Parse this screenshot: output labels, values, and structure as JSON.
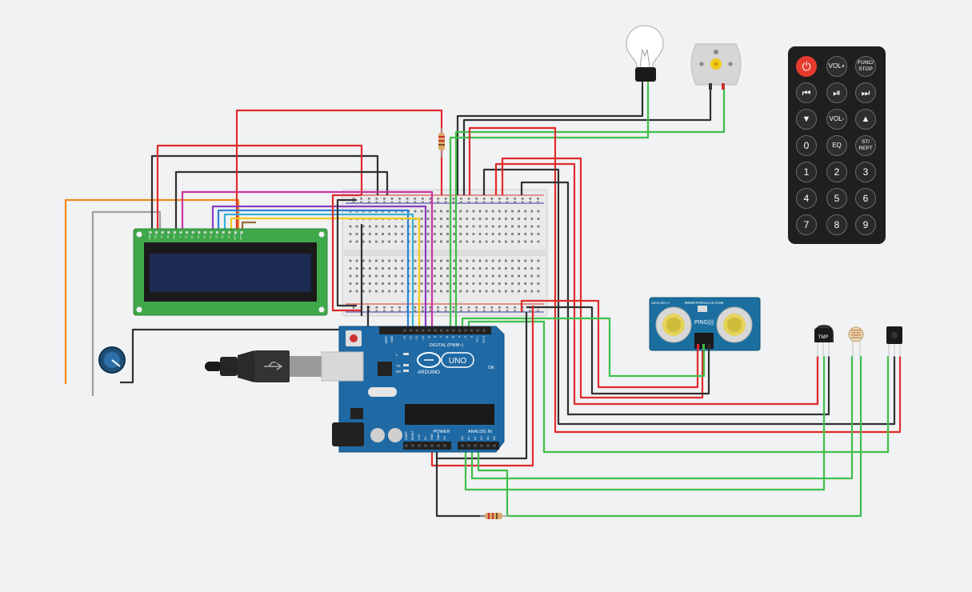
{
  "lcd": {
    "pin_labels": [
      "GND",
      "VCC",
      "V0",
      "RS",
      "RW",
      "E",
      "D0",
      "D1",
      "D2",
      "D3",
      "D4",
      "D5",
      "D6",
      "D7",
      "LED A",
      "LED K"
    ]
  },
  "arduino": {
    "brand": "ARDUINO",
    "model": "UNO",
    "digital_label": "DIGITAL (PWM~)",
    "power_label": "POWER",
    "analog_label": "ANALOG IN",
    "on_label": "ON",
    "tx_label": "TX",
    "rx_label": "RX",
    "l_label": "L",
    "aref_label": "AREF",
    "gnd_label": "GND",
    "digital_pins": [
      "13",
      "12",
      "~11",
      "~10",
      "~9",
      "8",
      "7",
      "~6",
      "~5",
      "4",
      "~3",
      "2",
      "TX 1",
      "RX 0"
    ],
    "power_pins": [
      "IOREF",
      "RESET",
      "3.3V",
      "5V",
      "GND",
      "GND",
      "Vin"
    ],
    "analog_pins": [
      "A0",
      "A1",
      "A2",
      "A3",
      "A4",
      "A5"
    ]
  },
  "ultrasonic": {
    "brand": "WWW.PARALLAX.COM",
    "name": "PING)))",
    "rev": "28015 REV C"
  },
  "sensors": {
    "temp_label": "TMP"
  },
  "remote": {
    "buttons": [
      {
        "id": "power",
        "label": "⏻"
      },
      {
        "id": "vol-up",
        "label": "VOL+"
      },
      {
        "id": "func-stop",
        "label": "FUNC/ STOP"
      },
      {
        "id": "prev",
        "label": "⏮"
      },
      {
        "id": "play-pause",
        "label": "⏯"
      },
      {
        "id": "next",
        "label": "⏭"
      },
      {
        "id": "down",
        "label": "▼"
      },
      {
        "id": "vol-down",
        "label": "VOL-"
      },
      {
        "id": "up",
        "label": "▲"
      },
      {
        "id": "num-0",
        "label": "0"
      },
      {
        "id": "eq",
        "label": "EQ"
      },
      {
        "id": "st-rept",
        "label": "ST/ REPT"
      },
      {
        "id": "num-1",
        "label": "1"
      },
      {
        "id": "num-2",
        "label": "2"
      },
      {
        "id": "num-3",
        "label": "3"
      },
      {
        "id": "num-4",
        "label": "4"
      },
      {
        "id": "num-5",
        "label": "5"
      },
      {
        "id": "num-6",
        "label": "6"
      },
      {
        "id": "num-7",
        "label": "7"
      },
      {
        "id": "num-8",
        "label": "8"
      },
      {
        "id": "num-9",
        "label": "9"
      }
    ]
  },
  "colors": {
    "red": "#e02b2b",
    "black": "#303030",
    "green": "#3fbf4a",
    "orange": "#f08a1c",
    "gray": "#a0a0a0",
    "magenta": "#c8369e",
    "purple": "#8a3cc2",
    "blue": "#2f7fd6",
    "cyan": "#39b0d8",
    "yellow": "#f2cc1c",
    "brown": "#9a6a3a",
    "arduino_blue": "#1f6aa5",
    "lcd_green": "#3fa84a",
    "lcd_screen": "#1d2a52"
  }
}
